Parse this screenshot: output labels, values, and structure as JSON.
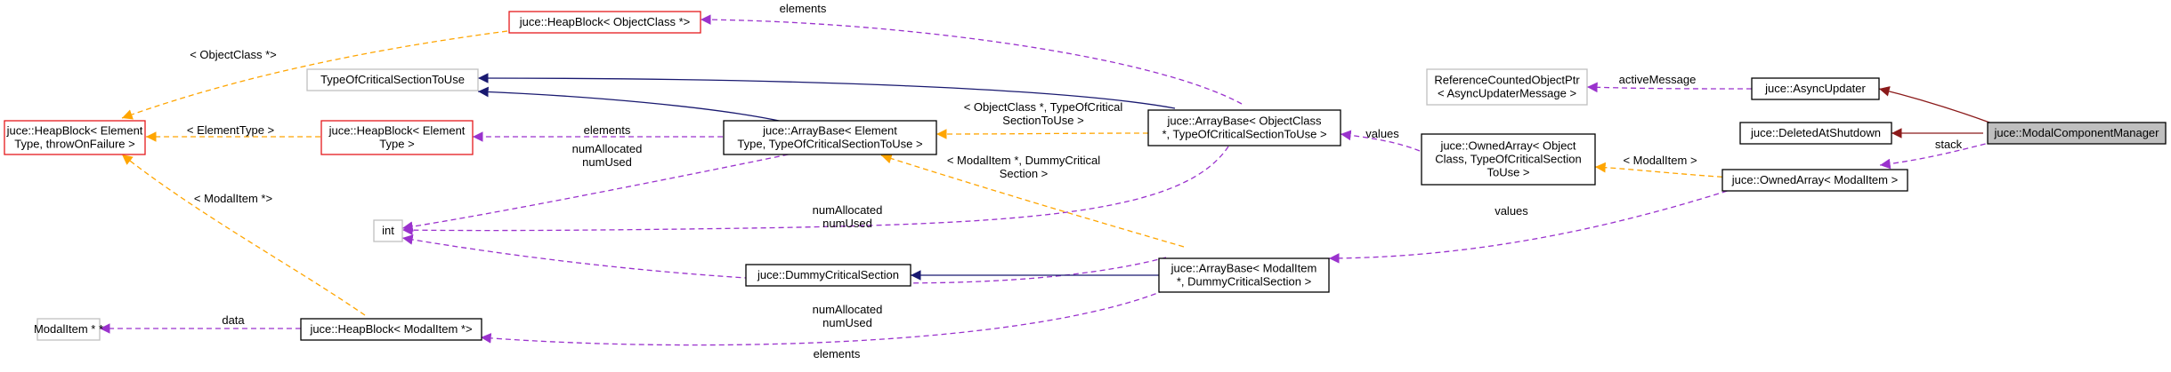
{
  "colors": {
    "red": "#e41a1c",
    "gray": "#bfbfbf",
    "black": "#000000",
    "focus_fill": "#bfbfbf",
    "purple": "#9a32cd",
    "orange": "#ffa500",
    "navy": "#191970",
    "darkred": "#8b1a1a"
  },
  "nodes": [
    {
      "id": "heap_objclass",
      "border": "red",
      "lines": [
        "juce::HeapBlock< ObjectClass *>"
      ]
    },
    {
      "id": "tocs",
      "border": "gray",
      "lines": [
        "TypeOfCriticalSectionToUse"
      ]
    },
    {
      "id": "heap_element_left",
      "border": "red",
      "lines": [
        "juce::HeapBlock< Element",
        "Type, throwOnFailure >"
      ]
    },
    {
      "id": "heap_element_mid",
      "border": "red",
      "lines": [
        "juce::HeapBlock< Element",
        "Type >"
      ]
    },
    {
      "id": "arraybase_element",
      "border": "black",
      "lines": [
        "juce::ArrayBase< Element",
        "Type, TypeOfCriticalSectionToUse >"
      ]
    },
    {
      "id": "arraybase_objclass",
      "border": "black",
      "lines": [
        "juce::ArrayBase< ObjectClass",
        "*, TypeOfCriticalSectionToUse >"
      ]
    },
    {
      "id": "int",
      "border": "gray",
      "lines": [
        "int"
      ]
    },
    {
      "id": "dummy_cs",
      "border": "black",
      "lines": [
        "juce::DummyCriticalSection"
      ]
    },
    {
      "id": "arraybase_modal",
      "border": "black",
      "lines": [
        "juce::ArrayBase< ModalItem",
        "*, DummyCriticalSection >"
      ]
    },
    {
      "id": "modalitem_ptr",
      "border": "gray",
      "lines": [
        "ModalItem * *"
      ]
    },
    {
      "id": "heap_modal",
      "border": "black",
      "lines": [
        "juce::HeapBlock< ModalItem *>"
      ]
    },
    {
      "id": "refcounted",
      "border": "gray",
      "lines": [
        "ReferenceCountedObjectPtr",
        "< AsyncUpdaterMessage >"
      ]
    },
    {
      "id": "owned_objclass",
      "border": "black",
      "lines": [
        "juce::OwnedArray< Object",
        "Class, TypeOfCriticalSection",
        "ToUse >"
      ]
    },
    {
      "id": "async_updater",
      "border": "black",
      "lines": [
        "juce::AsyncUpdater"
      ]
    },
    {
      "id": "deleted_at_shutdown",
      "border": "black",
      "lines": [
        "juce::DeletedAtShutdown"
      ]
    },
    {
      "id": "owned_modal",
      "border": "black",
      "lines": [
        "juce::OwnedArray< ModalItem >"
      ]
    },
    {
      "id": "modal_component_manager",
      "border": "black",
      "fill": "focus",
      "lines": [
        "juce::ModalComponentManager"
      ]
    }
  ],
  "edge_labels": [
    {
      "id": "lbl-elements-top",
      "lines": [
        "elements"
      ]
    },
    {
      "id": "lbl-objectclass-star",
      "lines": [
        "< ObjectClass *>"
      ]
    },
    {
      "id": "lbl-elementtype",
      "lines": [
        "< ElementType >"
      ]
    },
    {
      "id": "lbl-elements-mid",
      "lines": [
        "elements"
      ]
    },
    {
      "id": "lbl-objclass-tocs",
      "lines": [
        "< ObjectClass *, TypeOfCritical",
        "SectionToUse >"
      ]
    },
    {
      "id": "lbl-values-upper",
      "lines": [
        "values"
      ]
    },
    {
      "id": "lbl-activemessage",
      "lines": [
        "activeMessage"
      ]
    },
    {
      "id": "lbl-stack",
      "lines": [
        "stack"
      ]
    },
    {
      "id": "lbl-modalitem-owned",
      "lines": [
        "< ModalItem >"
      ]
    },
    {
      "id": "lbl-numalloc-upper",
      "lines": [
        "numAllocated",
        "numUsed"
      ]
    },
    {
      "id": "lbl-modalitem-star-left",
      "lines": [
        "< ModalItem *>"
      ]
    },
    {
      "id": "lbl-modalitem-dummy",
      "lines": [
        "< ModalItem *, DummyCritical",
        "Section >"
      ]
    },
    {
      "id": "lbl-numalloc-mid",
      "lines": [
        "numAllocated",
        "numUsed"
      ]
    },
    {
      "id": "lbl-values-lower",
      "lines": [
        "values"
      ]
    },
    {
      "id": "lbl-numalloc-lower",
      "lines": [
        "numAllocated",
        "numUsed"
      ]
    },
    {
      "id": "lbl-data",
      "lines": [
        "data"
      ]
    },
    {
      "id": "lbl-elements-bottom",
      "lines": [
        "elements"
      ]
    }
  ]
}
